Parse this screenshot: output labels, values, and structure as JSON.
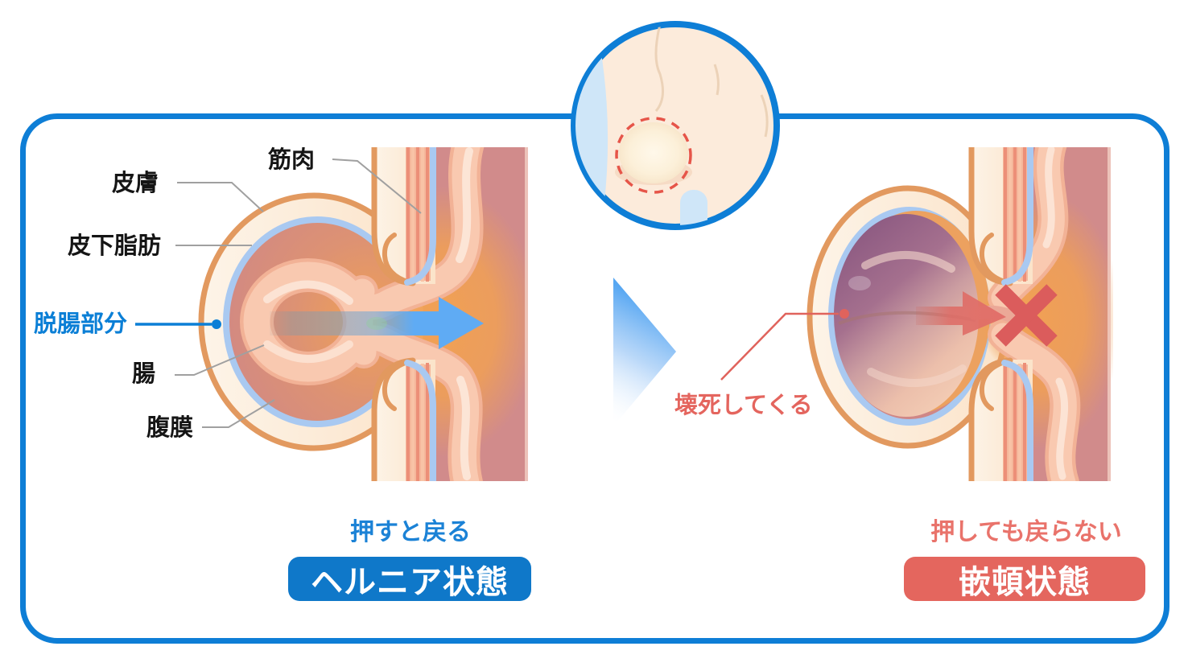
{
  "colors": {
    "frame_blue": "#0e7ed6",
    "badge_blue": "#0f78c9",
    "text_blue": "#0b7fd6",
    "badge_red": "#e4665e",
    "text_red": "#e4655e",
    "leader_gray": "#a0a0a0",
    "peritoneum_blue": "#a9c9f1",
    "skin_outline": "#e2995f",
    "cavity_rose": "#d18b8b",
    "glow_orange": "#f0a055",
    "necrosis_purple": "#8f5c83"
  },
  "left_panel": {
    "labels": {
      "muscle": "筋肉",
      "skin": "皮膚",
      "subcutaneous_fat": "皮下脂肪",
      "hernia_part": "脱腸部分",
      "intestine": "腸",
      "peritoneum": "腹膜"
    },
    "caption": "押すと戻る",
    "badge": "ヘルニア状態"
  },
  "right_panel": {
    "labels": {
      "necrosis": "壊死してくる"
    },
    "caption": "押しても戻らない",
    "badge": "嵌頓状態"
  }
}
